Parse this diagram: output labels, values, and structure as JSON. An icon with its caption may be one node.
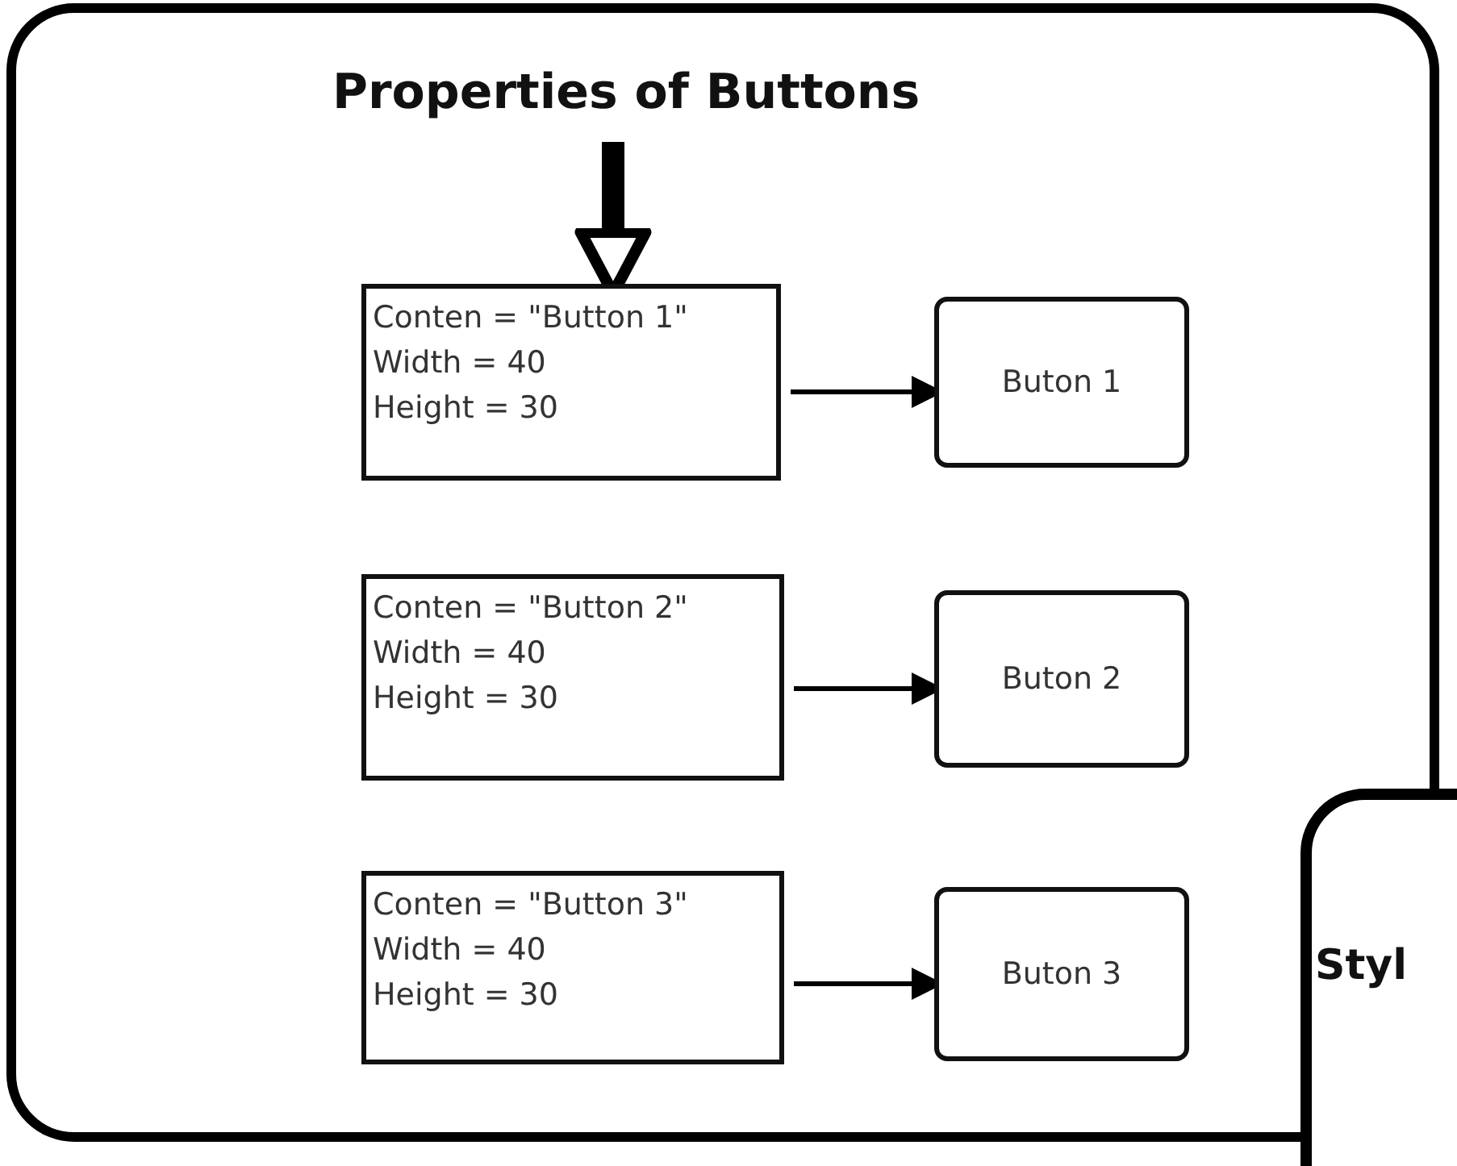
{
  "diagram": {
    "nodes": [
      {
        "text": [],
        "shape": "box"
      },
      {
        "text": [
          "Properties of Buttons"
        ],
        "in": 0
      },
      {
        "text": [
          "Conten = \"Button 1\"",
          "Width = 40",
          "Height = 30"
        ],
        "in": 0
      },
      {
        "text": [
          "Buton 1"
        ],
        "in": 0
      },
      {
        "text": [
          "Conten = \"Button 2\"",
          "Width = 40",
          "Height = 30"
        ],
        "in": 0
      },
      {
        "text": [
          "Buton 2"
        ],
        "in": 0
      },
      {
        "text": [
          "Conten = \"Button 3\"",
          "Width = 40",
          "Height = 30"
        ],
        "in": 0
      },
      {
        "text": [
          "Buton 3"
        ],
        "in": 0
      },
      {
        "text": [
          "Styl"
        ]
      }
    ],
    "edges": [
      {
        "from": 1,
        "to": 2,
        "arrow": "to",
        "style": "thick"
      },
      {
        "from": 2,
        "to": 3,
        "arrow": "to"
      },
      {
        "from": 4,
        "to": 5,
        "arrow": "to"
      },
      {
        "from": 6,
        "to": 7,
        "arrow": "to"
      }
    ]
  }
}
